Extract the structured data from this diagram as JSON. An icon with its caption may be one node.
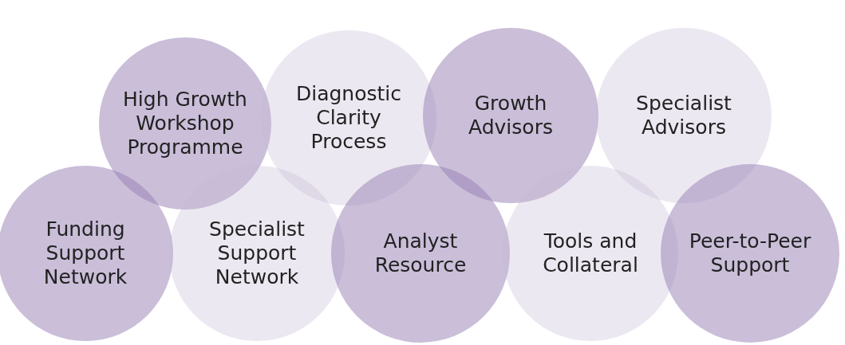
{
  "diagram": {
    "nodes": [
      {
        "text": [
          "High Growth Workshop Programme"
        ]
      },
      {
        "text": [
          "Diagnostic Clarity Process"
        ]
      },
      {
        "text": [
          "Growth Advisors"
        ]
      },
      {
        "text": [
          "Specialist Advisors"
        ]
      },
      {
        "text": [
          "Funding Support Network"
        ]
      },
      {
        "text": [
          "Specialist Support Network"
        ]
      },
      {
        "text": [
          "Analyst Resource"
        ]
      },
      {
        "text": [
          "Tools and Collateral"
        ]
      },
      {
        "text": [
          "Peer-to-Peer Support"
        ]
      }
    ]
  }
}
